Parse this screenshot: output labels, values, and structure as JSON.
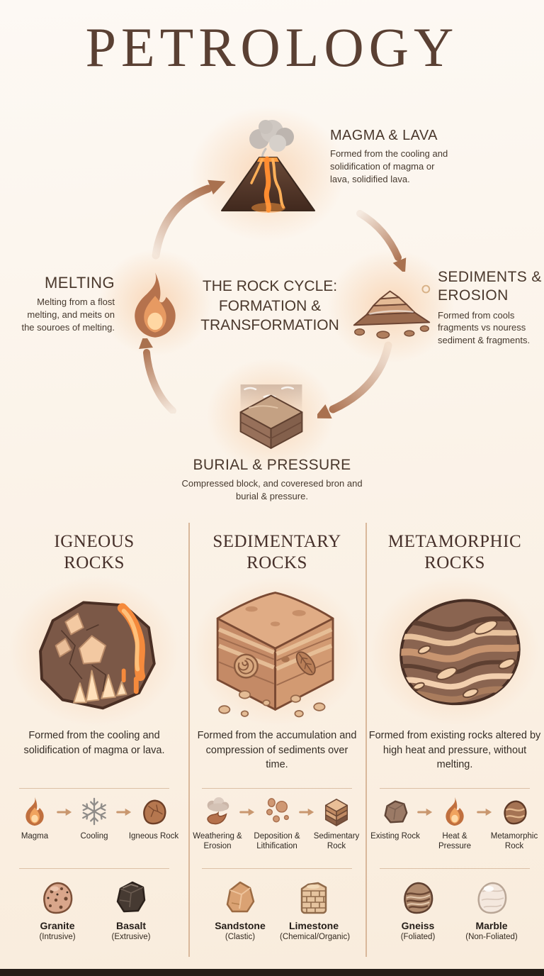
{
  "title": "PETROLOGY",
  "colors": {
    "background_top": "#fdf9f4",
    "background_bottom": "#f9ecdc",
    "title_brown": "#5a4033",
    "heading_brown": "#4a382c",
    "body_text": "#352d26",
    "arrow_copper": "#ad7453",
    "divider": "#d9b89b",
    "glow_peach": "#f6be8c",
    "lava_orange": "#f58a3c"
  },
  "cycle": {
    "center_title": "THE ROCK CYCLE: FORMATION & TRANSFORMATION",
    "stages": {
      "magma_lava": {
        "heading": "MAGMA & LAVA",
        "description": "Formed from the cooling and solidification of magma or lava, solidified lava.",
        "icon": "volcano-icon"
      },
      "sediments_erosion": {
        "heading": "SEDIMENTS & EROSION",
        "description": "Formed from cools fragments vs nouress sediment & fragments.",
        "icon": "sediment-pile-icon"
      },
      "burial_pressure": {
        "heading": "BURIAL & PRESSURE",
        "description": "Compressed block, and coveresed bron and burial & pressure.",
        "icon": "buried-layers-icon"
      },
      "melting": {
        "heading": "MELTING",
        "description": "Melting from a flost melting, and meits on the souroes of melting.",
        "icon": "flame-icon"
      }
    }
  },
  "columns": [
    {
      "title": "IGNEOUS ROCKS",
      "illustration": "igneous-rock-illustration",
      "description": "Formed from the cooling and solidification of magma or lava.",
      "process": [
        {
          "label": "Magma",
          "icon": "flame-icon"
        },
        {
          "label": "Cooling",
          "icon": "snowflake-icon"
        },
        {
          "label": "Igneous Rock",
          "icon": "igneous-rock-icon"
        }
      ],
      "examples": [
        {
          "name": "Granite",
          "category": "(Intrusive)",
          "icon": "granite-icon"
        },
        {
          "name": "Basalt",
          "category": "(Extrusive)",
          "icon": "basalt-icon"
        }
      ]
    },
    {
      "title": "SEDIMENTARY ROCKS",
      "illustration": "sedimentary-rock-illustration",
      "description": "Formed from the accumulation and compression of sediments over time.",
      "process": [
        {
          "label": "Weathering & Erosion",
          "icon": "weathering-cloud-icon"
        },
        {
          "label": "Deposition & Lithification",
          "icon": "deposition-grains-icon"
        },
        {
          "label": "Sedimentary Rock",
          "icon": "layered-block-icon"
        }
      ],
      "examples": [
        {
          "name": "Sandstone",
          "category": "(Clastic)",
          "icon": "sandstone-icon"
        },
        {
          "name": "Limestone",
          "category": "(Chemical/Organic)",
          "icon": "limestone-icon"
        }
      ]
    },
    {
      "title": "METAMORPHIC ROCKS",
      "illustration": "metamorphic-rock-illustration",
      "description": "Formed from existing rocks altered by high heat and pressure, without melting.",
      "process": [
        {
          "label": "Existing Rock",
          "icon": "rock-icon"
        },
        {
          "label": "Heat & Pressure",
          "icon": "flame-icon"
        },
        {
          "label": "Metamorphic Rock",
          "icon": "metamorphic-rock-icon"
        }
      ],
      "examples": [
        {
          "name": "Gneiss",
          "category": "(Foliated)",
          "icon": "gneiss-icon"
        },
        {
          "name": "Marble",
          "category": "(Non-Foliated)",
          "icon": "marble-icon"
        }
      ]
    }
  ]
}
